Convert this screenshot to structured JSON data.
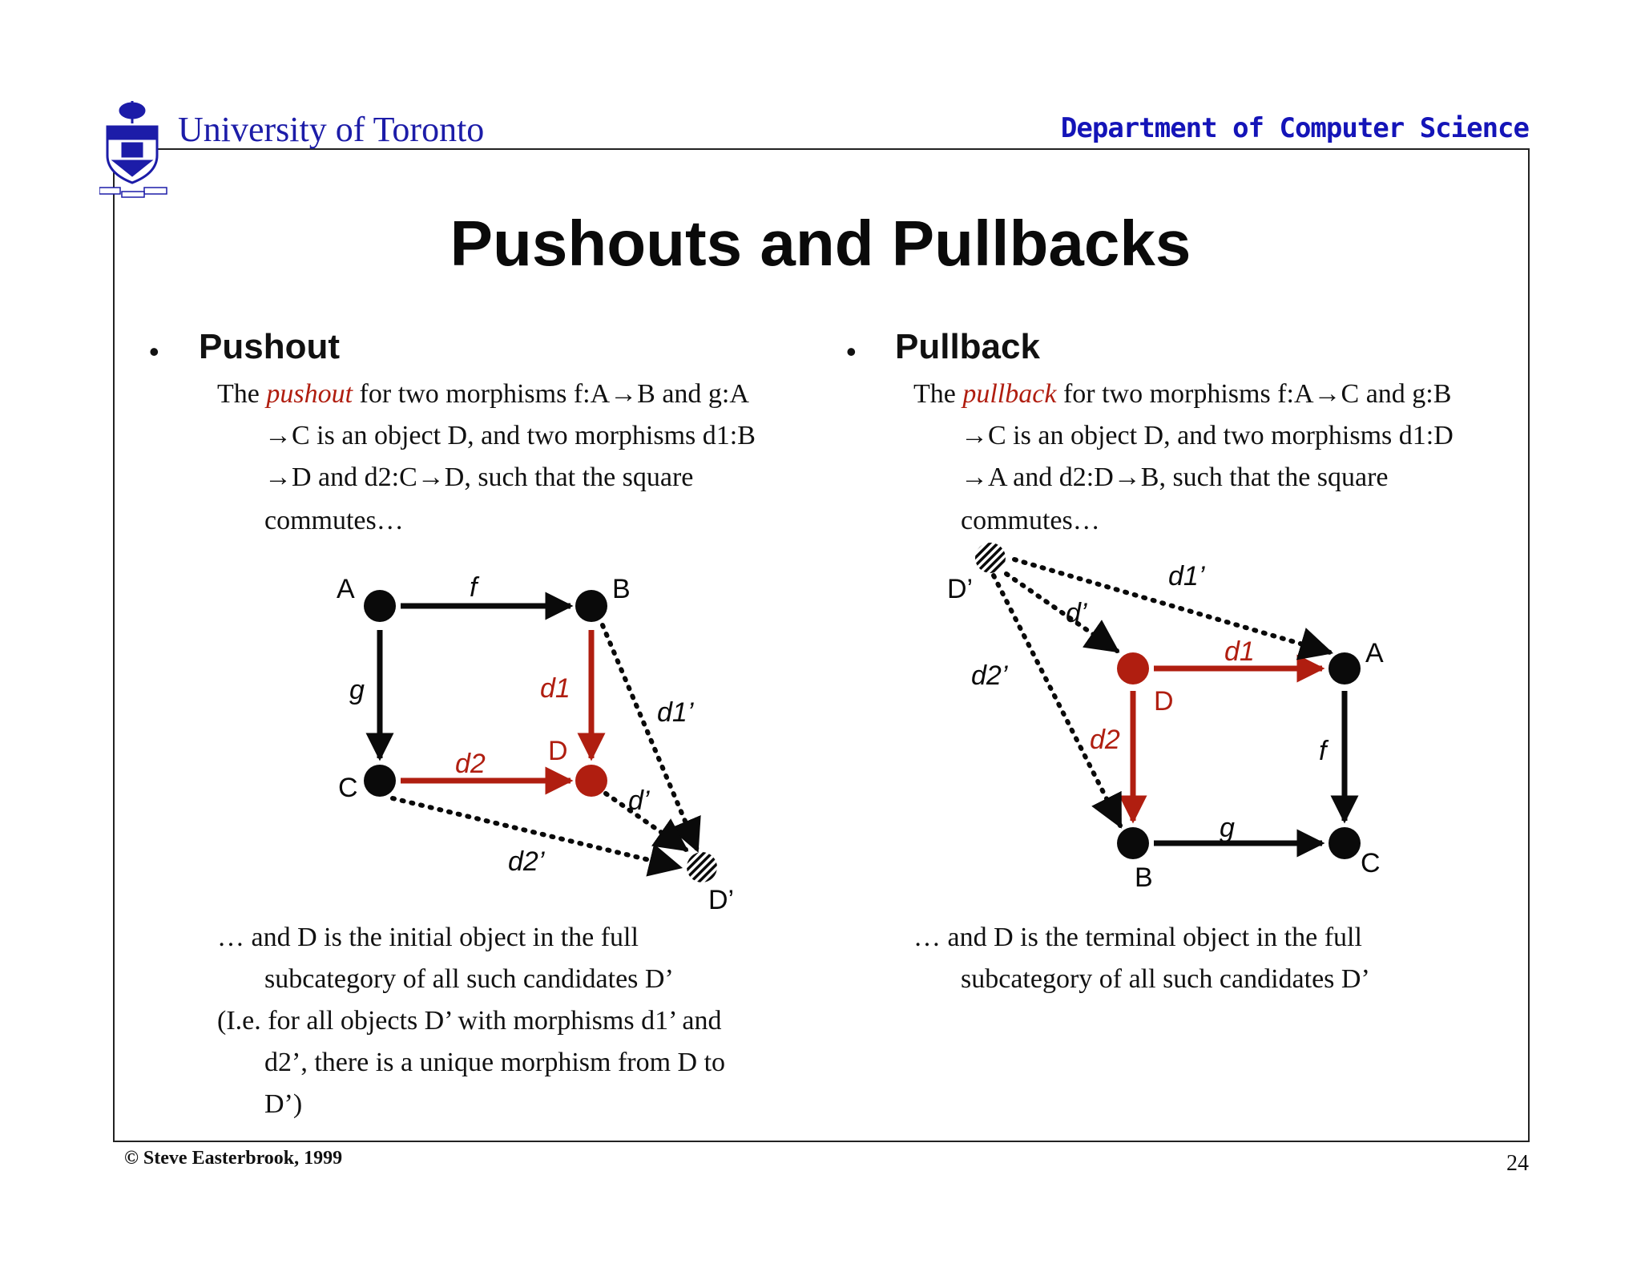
{
  "header": {
    "university": "University of Toronto",
    "department": "Department of Computer Science"
  },
  "title": "Pushouts and Pullbacks",
  "pushout": {
    "bullet_symbol": "•",
    "heading": "Pushout",
    "desc_line1_pre": "The ",
    "desc_line1_em": "pushout",
    "desc_line1_post": " for two morphisms f:A→B and g:A",
    "desc_line2": "→C is an object D, and two morphisms d1:B",
    "desc_line3": "→D and d2:C→D, such that the square",
    "desc_line4": "commutes…",
    "after_line1": "… and D is the initial object in the full",
    "after_line2": "subcategory of all such candidates D’",
    "after_line3": "(I.e. for all objects D’ with morphisms d1’ and",
    "after_line4": "d2’, there is a unique morphism from D to",
    "after_line5": "D’)",
    "diagram": {
      "node_a": "A",
      "node_b": "B",
      "node_c": "C",
      "node_d": "D",
      "node_dp": "D’",
      "edge_f": "f",
      "edge_g": "g",
      "edge_d1": "d1",
      "edge_d2": "d2",
      "edge_d1p": "d1’",
      "edge_d2p": "d2’",
      "edge_dp": "d’"
    }
  },
  "pullback": {
    "bullet_symbol": "•",
    "heading": "Pullback",
    "desc_line1_pre": "The ",
    "desc_line1_em": "pullback",
    "desc_line1_post": " for two morphisms f:A→C and g:B",
    "desc_line2": "→C is an object D, and two morphisms d1:D",
    "desc_line3": "→A and d2:D→B, such that the square",
    "desc_line4": "commutes…",
    "after_line1": "… and D is the terminal object in the full",
    "after_line2": "subcategory of all such candidates D’",
    "diagram": {
      "node_a": "A",
      "node_b": "B",
      "node_c": "C",
      "node_d": "D",
      "node_dp": "D’",
      "edge_f": "f",
      "edge_g": "g",
      "edge_d1": "d1",
      "edge_d2": "d2",
      "edge_d1p": "d1’",
      "edge_d2p": "d2’",
      "edge_dp": "d’"
    }
  },
  "footer": {
    "copyright": "© Steve Easterbrook, 1999",
    "page_number": "24"
  },
  "colors": {
    "accent_red": "#b01e10",
    "header_blue": "#1c1ca8",
    "black": "#0a0a0a"
  }
}
